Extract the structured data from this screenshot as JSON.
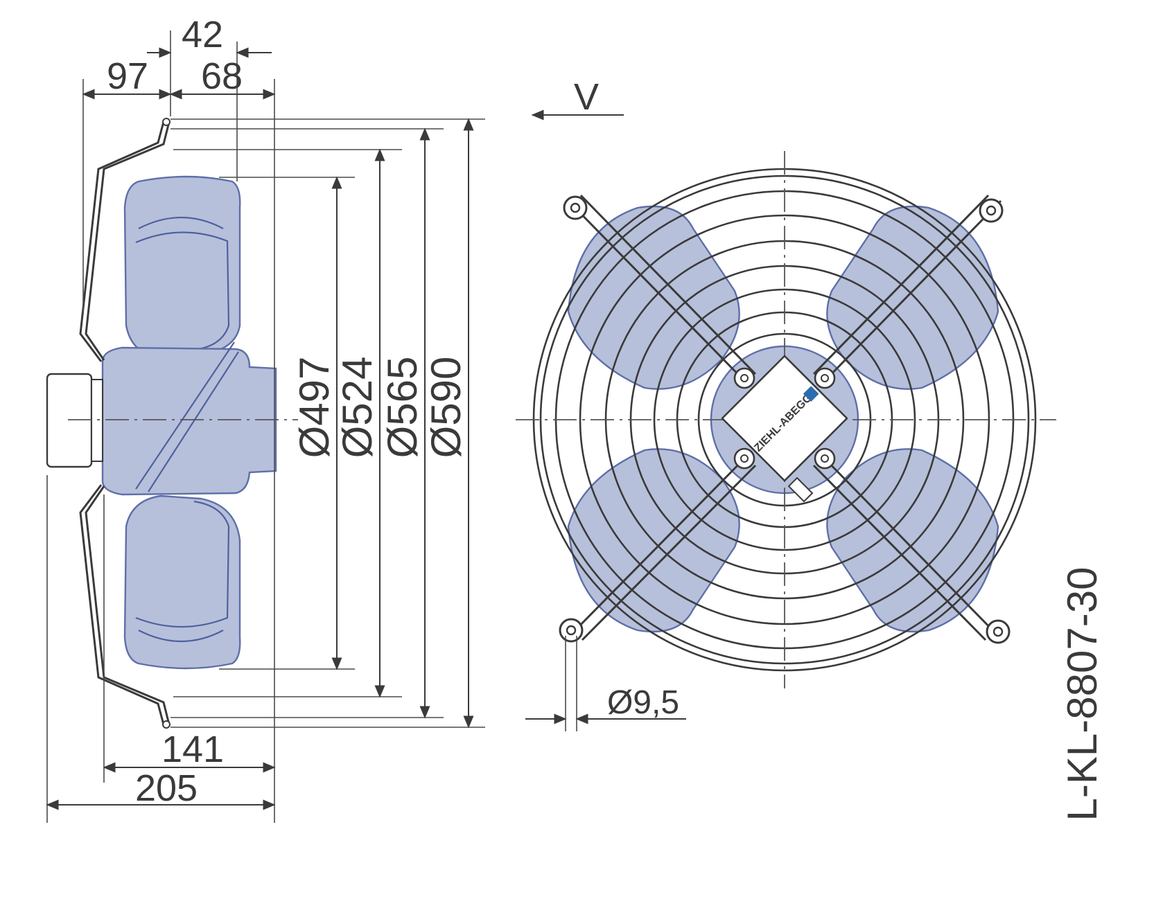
{
  "side_view": {
    "dims_top": [
      "42",
      "97",
      "68"
    ],
    "dims_bottom": [
      "141",
      "205"
    ],
    "diameters": [
      "Ø497",
      "Ø524",
      "Ø565",
      "Ø590"
    ]
  },
  "front_view": {
    "view_arrow_label": "V",
    "hole_diameter": "Ø9,5",
    "brand_label": "ZIEHL-ABEGG"
  },
  "drawing_id": "L-KL-8807-30",
  "colors": {
    "blade_fill": "#b7c0da",
    "blade_stroke": "#5e6fa8",
    "line": "#3a3a3a"
  }
}
